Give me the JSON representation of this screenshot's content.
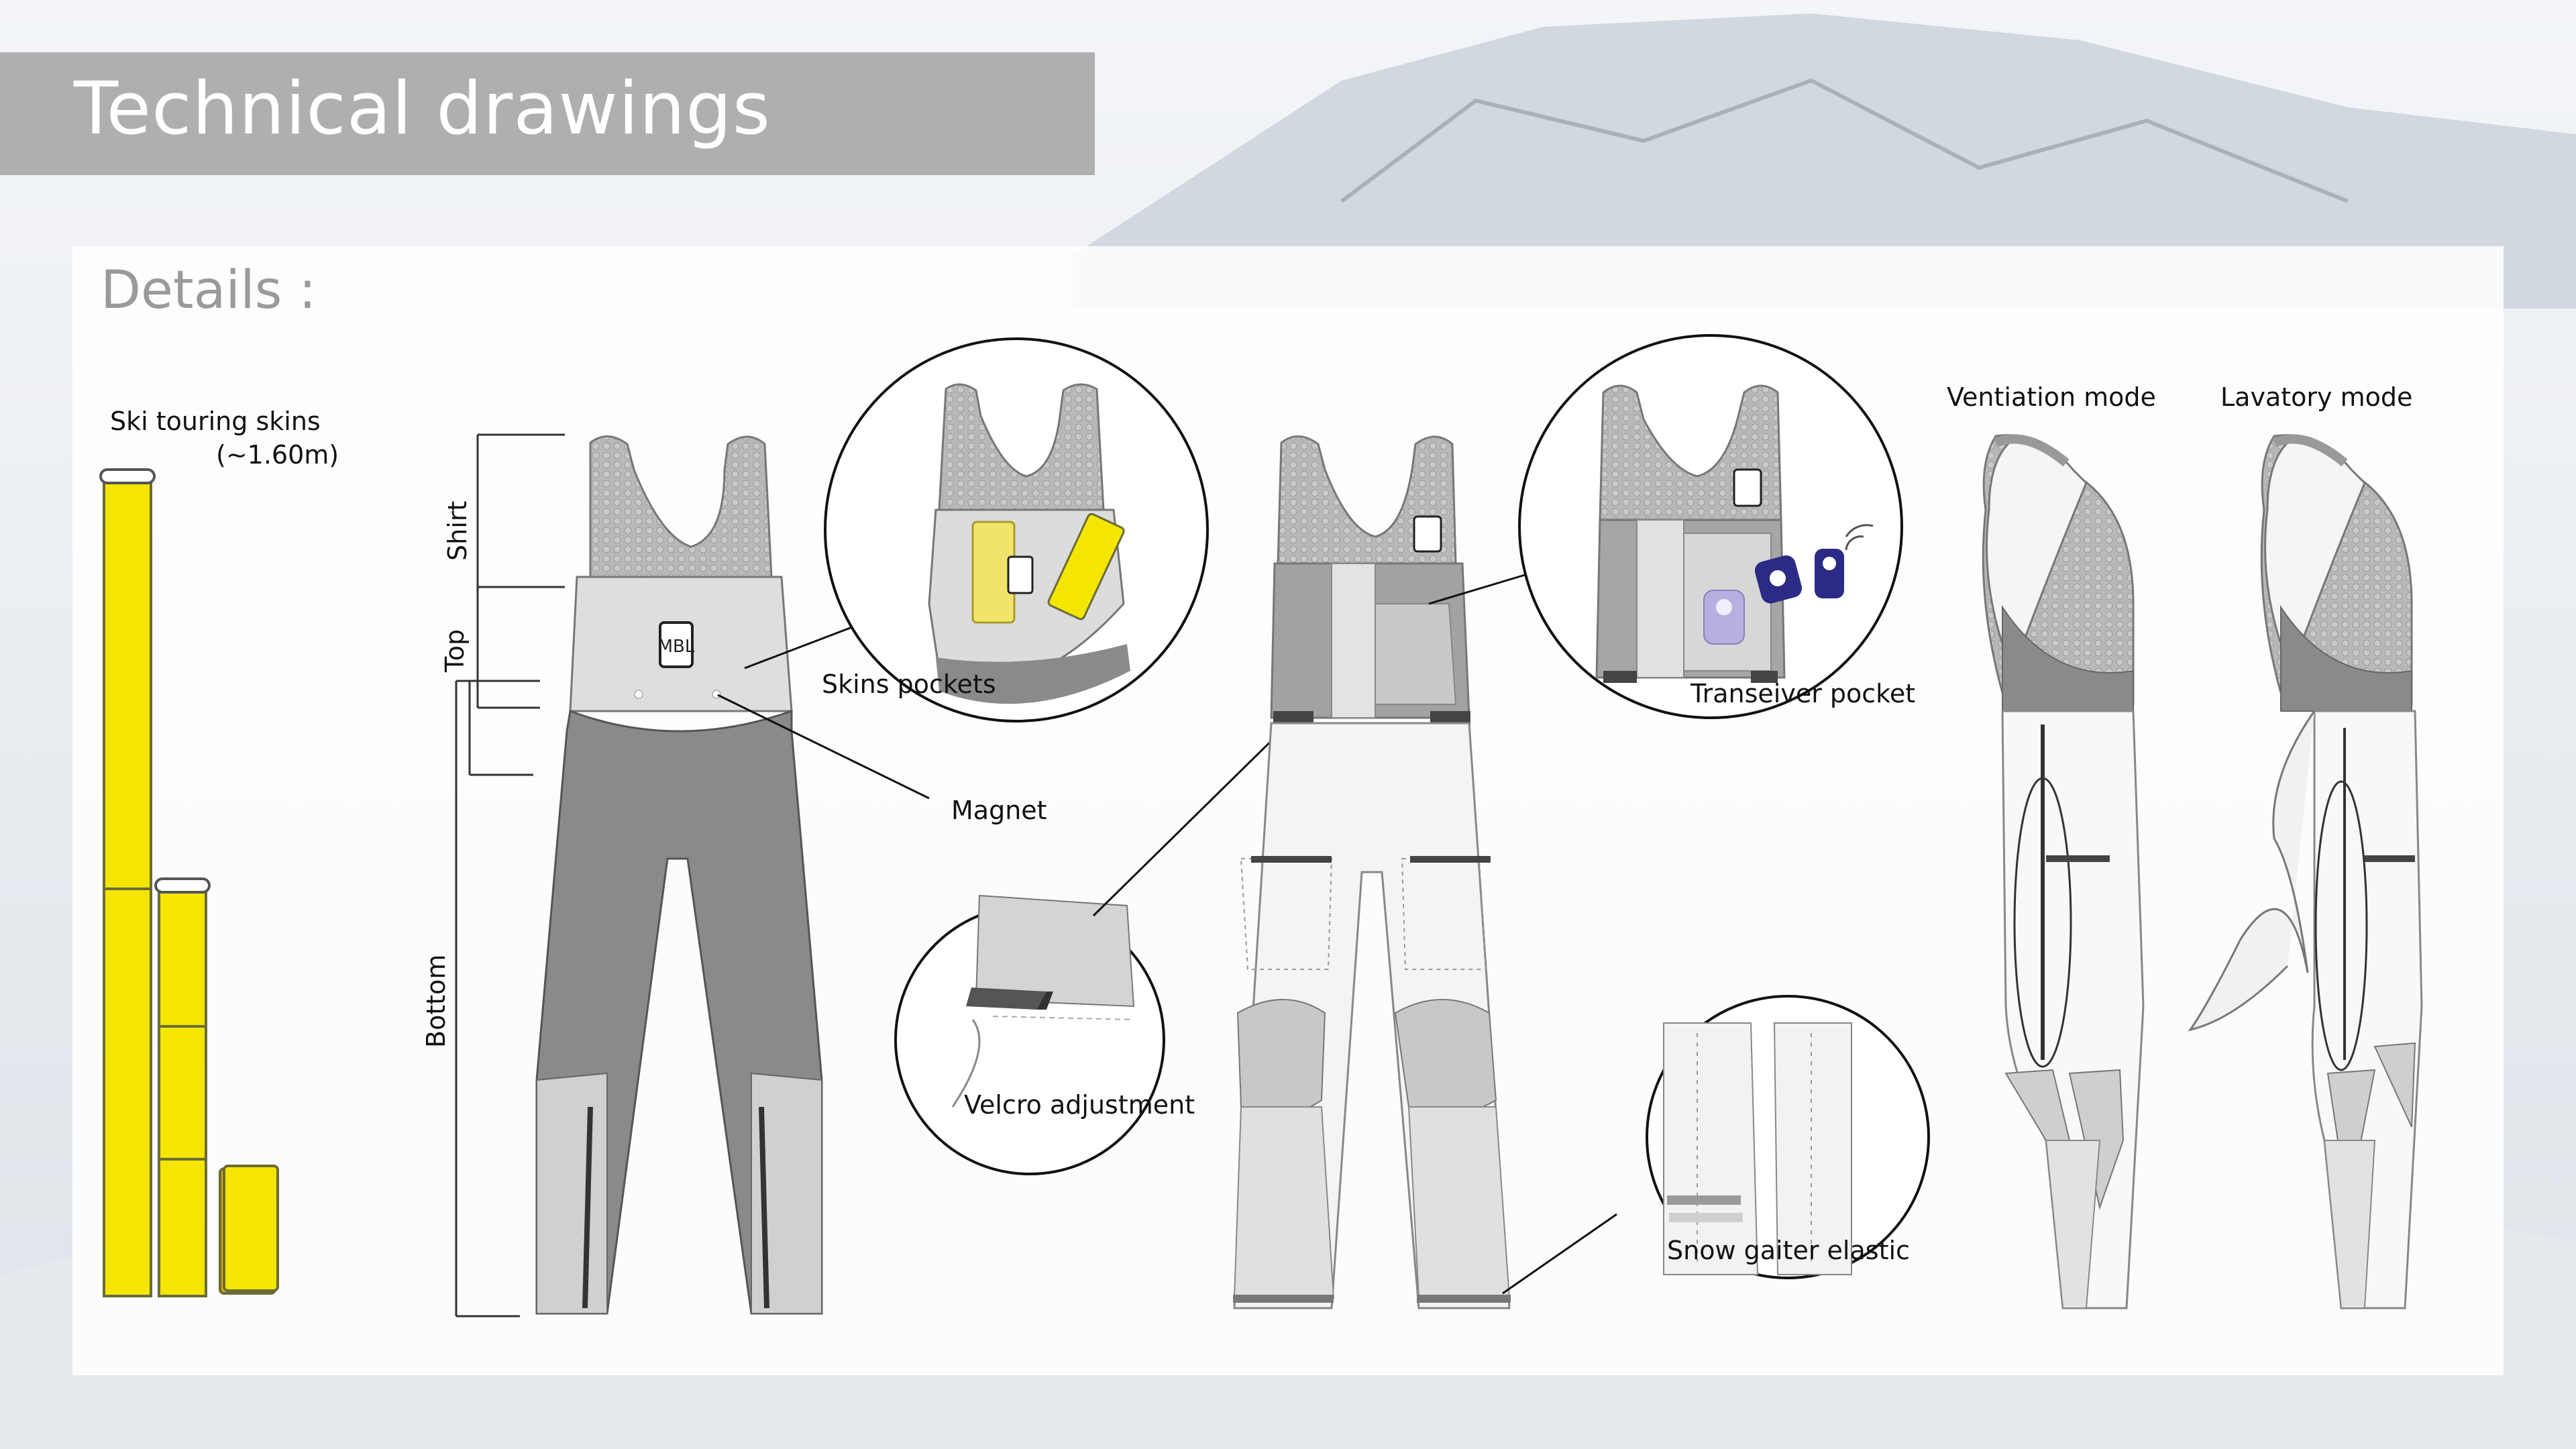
{
  "slide": {
    "title": "Technical drawings",
    "subtitle": "Details :"
  },
  "labels": {
    "skins_title": "Ski touring skins",
    "skins_length": "(~1.60m)",
    "shirt": "Shirt",
    "top": "Top",
    "bottom": "Bottom",
    "skins_pockets": "Skins pockets",
    "magnet": "Magnet",
    "velcro": "Velcro adjustment",
    "transceiver": "Transeiver  pocket",
    "snow_gaiter": "Snow gaiter elastic",
    "ventilation": "Ventiation mode",
    "lavatory": "Lavatory mode"
  },
  "logo_text": "MBL",
  "colors": {
    "skin_yellow": "#f4e600",
    "dark_grey": "#8a8a8a",
    "mesh_grey": "#b5b5b5",
    "light_grey": "#d8d8d8",
    "navy": "#2b2a86",
    "lavender": "#b8aee0"
  }
}
